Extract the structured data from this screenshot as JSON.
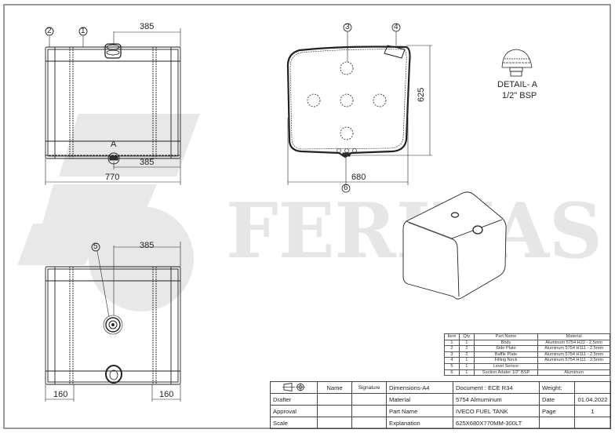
{
  "watermark": {
    "brand_text": "FERIKAS",
    "color": "#e6e6e6"
  },
  "front_view": {
    "callouts": [
      "2",
      "1"
    ],
    "dim_top": "385",
    "dim_bottom_half": "385",
    "dim_overall_width": "770",
    "detail_marker": "A"
  },
  "side_view": {
    "callouts": [
      "3",
      "4",
      "6"
    ],
    "dim_height": "625",
    "dim_width": "680"
  },
  "detail": {
    "title": "DETAIL- A",
    "subtitle": "1/2\" BSP"
  },
  "bottom_view": {
    "callout": "5",
    "dim_top": "385",
    "dim_left": "160",
    "dim_right": "160"
  },
  "parts_table": {
    "headers": [
      "Item",
      "Qty",
      "Part Name",
      "Material"
    ],
    "rows": [
      [
        "1",
        "1",
        "Body",
        "Aluminum 5754 H22 - 2,5mm"
      ],
      [
        "2",
        "2",
        "Side Plate",
        "Aluminum 5754 H111 - 2,5mm"
      ],
      [
        "3",
        "2",
        "Baffle Plate",
        "Aluminum 5754 H111 - 2,5mm"
      ],
      [
        "4",
        "1",
        "Filling Neck",
        "Aluminum 5754 H111 - 2,5mm"
      ],
      [
        "5",
        "1",
        "Level Sensor",
        ""
      ],
      [
        "6",
        "1",
        "Suction Adater 1/2\" BSP",
        "Aluminum"
      ]
    ]
  },
  "title_block": {
    "projection_icon": "first-angle-projection-icon",
    "name_header": "Name",
    "signature_header": "Signature",
    "dimensions": "Dimensions-A4",
    "document": "Document : ECE R34",
    "weight_label": "Weight:",
    "weight_value": "",
    "drafter_label": "Drafter",
    "material_label": "Material",
    "material_value": "5754 Almuminum",
    "date_label": "Date",
    "date_value": "01.04.2022",
    "approval_label": "Approval",
    "part_name_label": "Part Name",
    "part_name_value": "IVECO FUEL TANK",
    "page_label": "Page",
    "page_value": "1",
    "scale_label": "Scale",
    "explanation_label": "Explanation",
    "explanation_value": "625X680X770MM-300LT"
  }
}
